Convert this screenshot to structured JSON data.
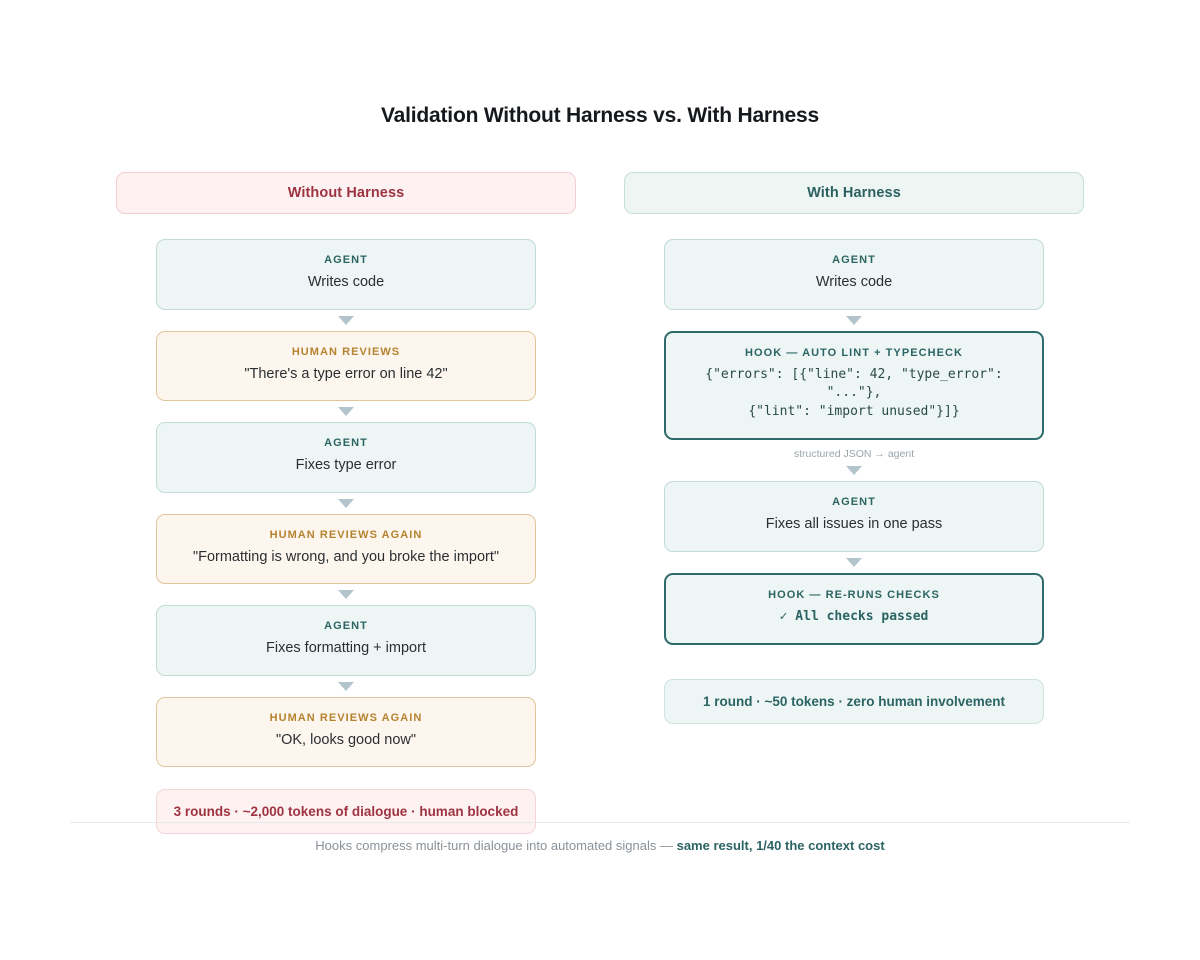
{
  "title": "Validation Without Harness vs. With Harness",
  "columns": [
    {
      "header": "Without Harness",
      "variant": "bad",
      "steps": [
        {
          "kind": "agent",
          "label": "AGENT",
          "text": "Writes code"
        },
        {
          "kind": "human",
          "label": "HUMAN REVIEWS",
          "text": "\"There's a type error on line 42\""
        },
        {
          "kind": "agent",
          "label": "AGENT",
          "text": "Fixes type error"
        },
        {
          "kind": "human",
          "label": "HUMAN REVIEWS AGAIN",
          "text": "\"Formatting is wrong, and you broke the import\""
        },
        {
          "kind": "agent",
          "label": "AGENT",
          "text": "Fixes formatting + import"
        },
        {
          "kind": "human",
          "label": "HUMAN REVIEWS AGAIN",
          "text": "\"OK, looks good now\""
        }
      ],
      "summary": "3 rounds · ~2,000 tokens of dialogue · human blocked"
    },
    {
      "header": "With Harness",
      "variant": "good",
      "steps": [
        {
          "kind": "agent",
          "label": "AGENT",
          "text": "Writes code"
        },
        {
          "kind": "hook",
          "label": "HOOK — AUTO LINT + TYPECHECK",
          "text": "{\"errors\": [{\"line\": 42, \"type_error\": \"...\"},\n{\"lint\": \"import unused\"}]}",
          "mono": true,
          "edge_caption": "structured JSON → agent"
        },
        {
          "kind": "agent",
          "label": "AGENT",
          "text": "Fixes all issues in one pass"
        },
        {
          "kind": "hook",
          "label": "HOOK — RE-RUNS CHECKS",
          "text": "✓ All checks passed",
          "mono": true,
          "pass": true
        }
      ],
      "summary": "1 round · ~50 tokens · zero human involvement"
    }
  ],
  "footer": {
    "text": "Hooks compress multi-turn dialogue into automated signals — ",
    "highlight": "same result, 1/40 the context cost"
  },
  "colors": {
    "agent_bg": "#edf6f4",
    "agent_border": "#c2dbd8",
    "agent_label": "#2c6464",
    "human_bg": "#fdf6ee",
    "human_border": "#e2c59b",
    "human_label": "#b5832f",
    "hook_border": "#2f6a6a",
    "bad_accent": "#9e3440",
    "good_accent": "#2c6464",
    "arrow": "#b4c4cd"
  }
}
